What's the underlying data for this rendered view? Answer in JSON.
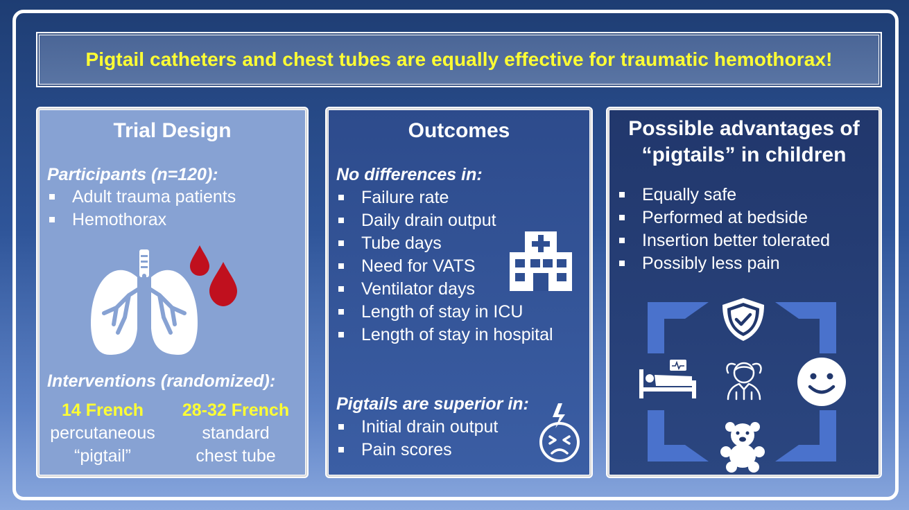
{
  "banner": {
    "text": "Pigtail catheters and chest tubes are equally effective for traumatic hemothorax!"
  },
  "trial_design": {
    "title": "Trial Design",
    "participants_heading": "Participants (n=120):",
    "participants": [
      "Adult trauma patients",
      "Hemothorax"
    ],
    "interventions_heading": "Interventions (randomized):",
    "arm1": {
      "size": "14 French",
      "line1": "percutaneous",
      "line2": "“pigtail”"
    },
    "arm2": {
      "size": "28-32 French",
      "line1": "standard",
      "line2": "chest tube"
    }
  },
  "outcomes": {
    "title": "Outcomes",
    "no_diff_heading": "No differences in:",
    "no_diff": [
      "Failure rate",
      "Daily drain output",
      "Tube days",
      "Need for VATS",
      "Ventilator days",
      "Length of stay in ICU",
      "Length of stay in hospital"
    ],
    "superior_heading": "Pigtails are superior in:",
    "superior": [
      "Initial drain output",
      "Pain scores"
    ]
  },
  "advantages": {
    "title_line1": "Possible advantages of",
    "title_line2": "“pigtails” in children",
    "items": [
      "Equally safe",
      "Performed at bedside",
      "Insertion better tolerated",
      "Possibly less pain"
    ]
  },
  "colors": {
    "highlight": "#ffff33",
    "blood": "#c0101e",
    "panel1": "#87a2d3",
    "panel3": "#21376c"
  },
  "icons": [
    "lungs-icon",
    "blood-drops-icon",
    "hospital-icon",
    "pain-face-icon",
    "shield-check-icon",
    "hospital-bed-icon",
    "child-icon",
    "smiley-icon",
    "teddy-bear-icon"
  ]
}
